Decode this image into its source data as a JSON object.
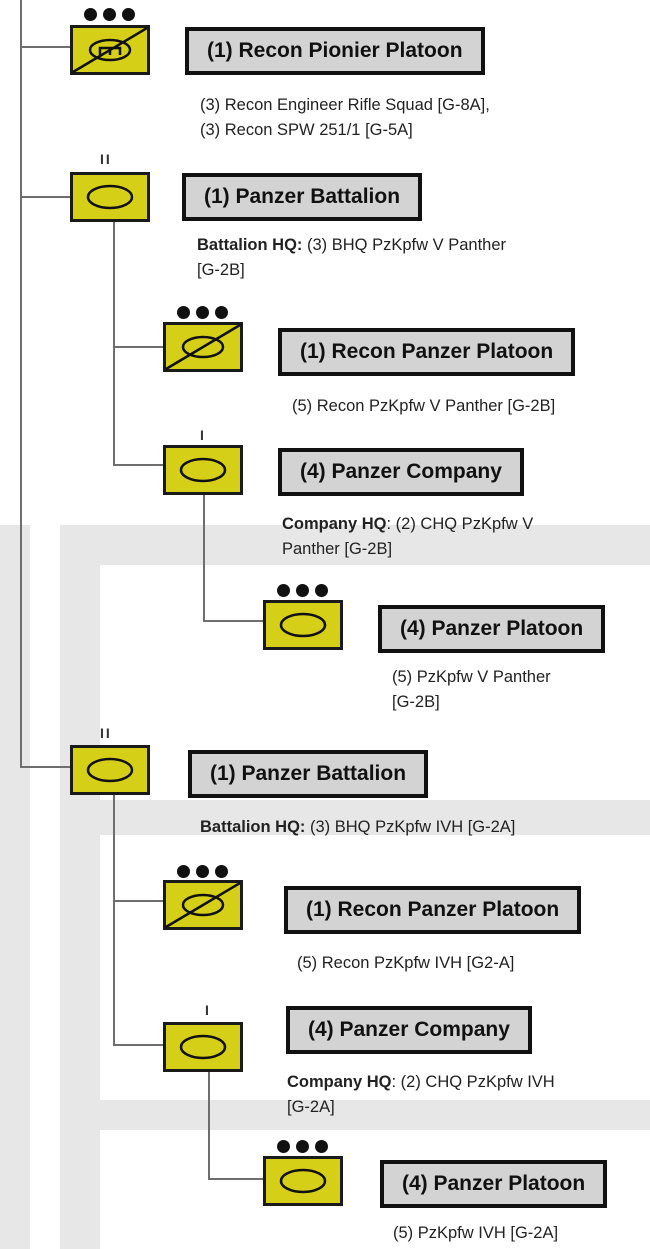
{
  "units": [
    {
      "id": "recon-pionier",
      "title": "(1) Recon Pionier Platoon",
      "symbol": "engineer-recon",
      "echelon": "platoon",
      "lines": [
        "(3) Recon Engineer Rifle Squad [G-8A],",
        "(3) Recon SPW 251/1 [G-5A]"
      ]
    },
    {
      "id": "panzer-bn-1",
      "title": "(1) Panzer Battalion",
      "symbol": "armor",
      "echelon": "battalion",
      "echelon_marker": "II",
      "hq_label": "Battalion HQ:",
      "hq_text": " (3) BHQ PzKpfw V Panther",
      "hq_text_line2": "[G-2B]"
    },
    {
      "id": "recon-pz-plt-1",
      "title": "(1) Recon Panzer Platoon",
      "symbol": "armor-recon",
      "echelon": "platoon",
      "lines": [
        "(5) Recon PzKpfw V Panther [G-2B]"
      ]
    },
    {
      "id": "pz-coy-1",
      "title": "(4) Panzer Company",
      "symbol": "armor",
      "echelon": "company",
      "echelon_marker": "I",
      "hq_label": "Company HQ",
      "hq_text": ": (2) CHQ PzKpfw V",
      "hq_text_line2": "Panther [G-2B]"
    },
    {
      "id": "pz-plt-1",
      "title": "(4) Panzer Platoon",
      "symbol": "armor",
      "echelon": "platoon",
      "lines": [
        "(5) PzKpfw V Panther",
        "[G-2B]"
      ]
    },
    {
      "id": "panzer-bn-2",
      "title": "(1) Panzer Battalion",
      "symbol": "armor",
      "echelon": "battalion",
      "echelon_marker": "II",
      "hq_label": "Battalion HQ:",
      "hq_text": " (3) BHQ PzKpfw IVH [G-2A]"
    },
    {
      "id": "recon-pz-plt-2",
      "title": "(1) Recon Panzer Platoon",
      "symbol": "armor-recon",
      "echelon": "platoon",
      "lines": [
        "(5) Recon PzKpfw IVH [G2-A]"
      ]
    },
    {
      "id": "pz-coy-2",
      "title": "(4) Panzer Company",
      "symbol": "armor",
      "echelon": "company",
      "echelon_marker": "I",
      "hq_label": "Company HQ",
      "hq_text": ": (2) CHQ PzKpfw IVH",
      "hq_text_line2": "[G-2A]"
    },
    {
      "id": "pz-plt-2",
      "title": "(4) Panzer Platoon",
      "symbol": "armor",
      "echelon": "platoon",
      "lines": [
        "(5) PzKpfw IVH [G-2A]"
      ]
    }
  ],
  "colors": {
    "symbol_fill": "#d6cf18",
    "title_fill": "#d3d3d3",
    "connector": "#6e6e6e",
    "background_band": "#e7e7e7"
  }
}
